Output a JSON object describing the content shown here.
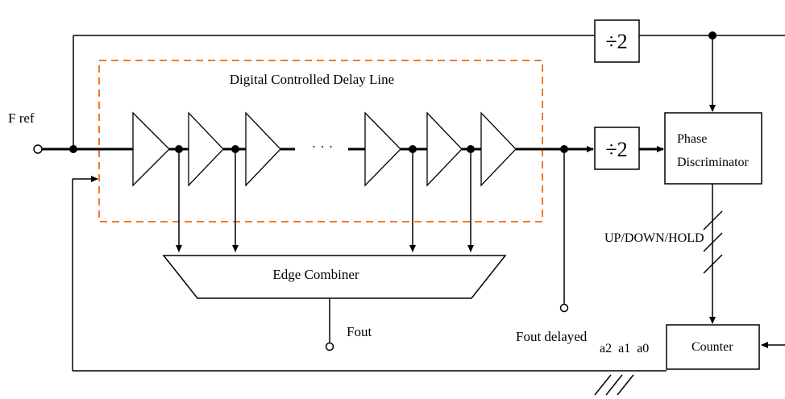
{
  "labels": {
    "fref": "F ref",
    "dcdl": "Digital Controlled Delay Line",
    "edge_combiner": "Edge Combiner",
    "fout": "Fout",
    "fout_delayed": "Fout delayed",
    "phase_disc_line1": "Phase",
    "phase_disc_line2": "Discriminator",
    "counter": "Counter",
    "updownhold": "UP/DOWN/HOLD",
    "bits": "a2  a1  a0",
    "div_top": "÷2",
    "div_mid": "÷2",
    "ellipsis": "· · ·"
  },
  "colors": {
    "line": "#000000",
    "dcdl_border": "#f07a2a"
  }
}
